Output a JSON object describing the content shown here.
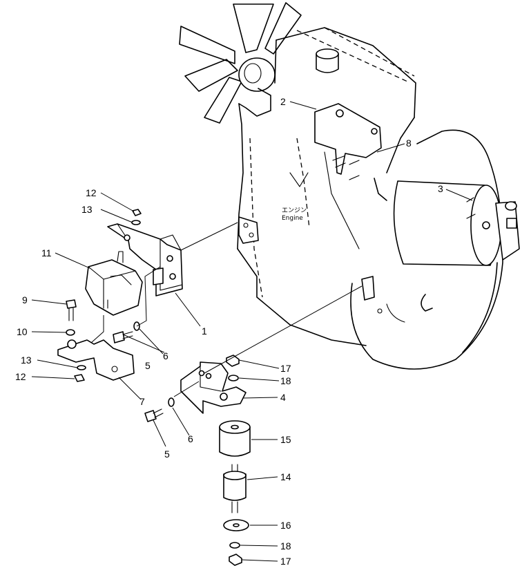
{
  "engine_label": {
    "japanese": "エンジン",
    "english": "Engine"
  },
  "callouts": {
    "c1": "1",
    "c2": "2",
    "c3": "3",
    "c4": "4",
    "c5a": "5",
    "c5b": "5",
    "c6a": "6",
    "c6b": "6",
    "c7": "7",
    "c8": "8",
    "c9": "9",
    "c10": "10",
    "c11": "11",
    "c12a": "12",
    "c12b": "12",
    "c13a": "13",
    "c13b": "13",
    "c14": "14",
    "c15": "15",
    "c16": "16",
    "c17a": "17",
    "c17b": "17",
    "c18a": "18",
    "c18b": "18"
  }
}
